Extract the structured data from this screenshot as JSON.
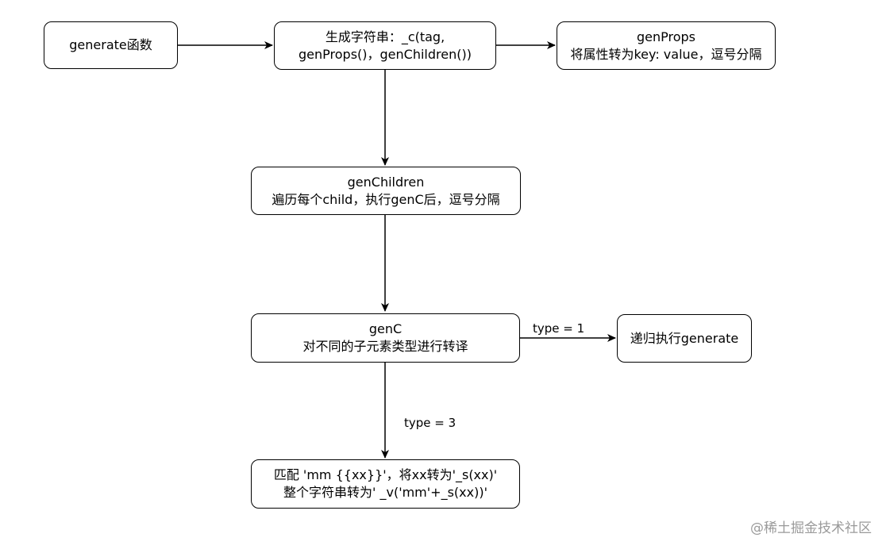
{
  "nodes": {
    "generate": {
      "line1": "generate函数"
    },
    "gen_string": {
      "line1": "生成字符串：_c(tag,",
      "line2": "genProps()，genChildren())"
    },
    "gen_props": {
      "line1": "genProps",
      "line2": "将属性转为key: value，逗号分隔"
    },
    "gen_children": {
      "line1": "genChildren",
      "line2": "遍历每个child，执行genC后，逗号分隔"
    },
    "gen_c": {
      "line1": "genC",
      "line2": "对不同的子元素类型进行转译"
    },
    "recurse": {
      "line1": "递归执行generate"
    },
    "match": {
      "line1": "匹配 'mm {{xx}}'，将xx转为'_s(xx)'",
      "line2": "整个字符串转为' _v('mm'+_s(xx))'"
    }
  },
  "edges": {
    "type1": "type = 1",
    "type3": "type = 3"
  },
  "watermark": "@稀土掘金技术社区"
}
